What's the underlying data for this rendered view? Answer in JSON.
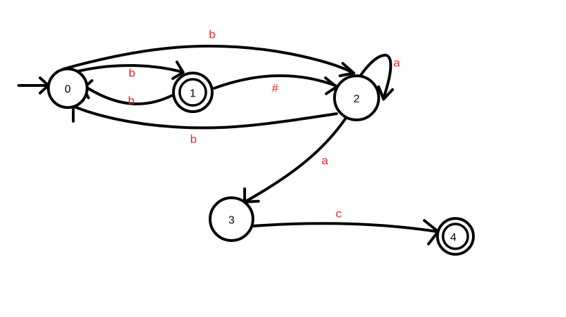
{
  "diagram": {
    "states": [
      {
        "id": "0",
        "label": "0",
        "accepting": false,
        "start": true
      },
      {
        "id": "1",
        "label": "1",
        "accepting": true,
        "start": false
      },
      {
        "id": "2",
        "label": "2",
        "accepting": false,
        "start": false
      },
      {
        "id": "3",
        "label": "3",
        "accepting": false,
        "start": false
      },
      {
        "id": "4",
        "label": "4",
        "accepting": true,
        "start": false
      }
    ],
    "transitions": [
      {
        "from": "0",
        "to": "2",
        "label": "b"
      },
      {
        "from": "0",
        "to": "1",
        "label": "b"
      },
      {
        "from": "1",
        "to": "0",
        "label": "b"
      },
      {
        "from": "1",
        "to": "2",
        "label": "#"
      },
      {
        "from": "2",
        "to": "2",
        "label": "a"
      },
      {
        "from": "2",
        "to": "0",
        "label": "b"
      },
      {
        "from": "2",
        "to": "3",
        "label": "a"
      },
      {
        "from": "3",
        "to": "4",
        "label": "c"
      }
    ],
    "label_color": "#e8262b",
    "stroke_color": "#000000"
  }
}
